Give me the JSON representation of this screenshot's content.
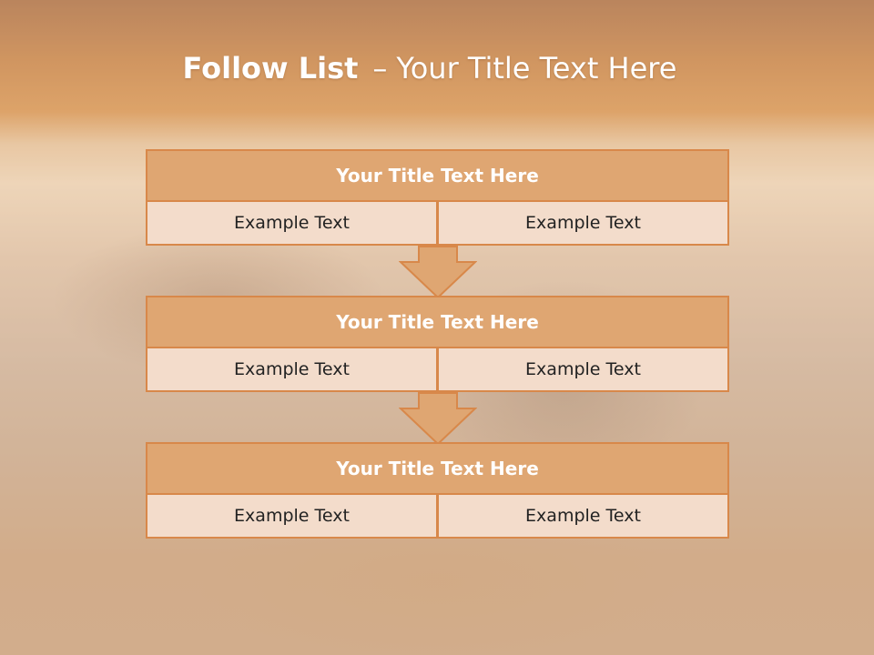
{
  "slide": {
    "title_bold": "Follow List",
    "title_separator": "–",
    "title_rest": "Your Title Text Here",
    "blocks": [
      {
        "title": "Your Title Text Here",
        "left_text": "Example Text",
        "right_text": "Example Text"
      },
      {
        "title": "Your Title Text Here",
        "left_text": "Example Text",
        "right_text": "Example Text"
      },
      {
        "title": "Your Title Text Here",
        "left_text": "Example Text",
        "right_text": "Example Text"
      }
    ]
  },
  "colors": {
    "header_fill": "#dfa672",
    "border": "#d8884a",
    "cell_fill": "#f3dccb",
    "arrow_fill": "#dfa672"
  },
  "icons": [
    "down-arrow-icon"
  ]
}
